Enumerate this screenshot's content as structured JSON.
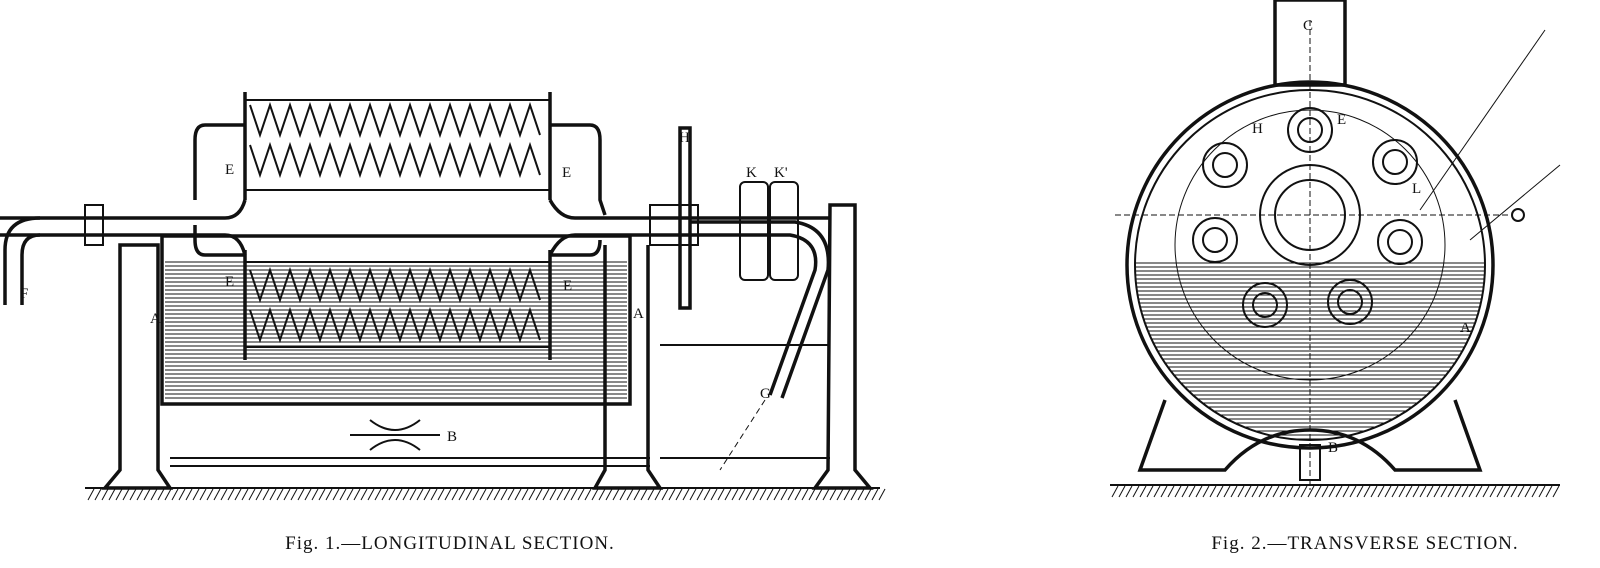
{
  "figure1": {
    "caption": "Fig. 1.—LONGITUDINAL SECTION.",
    "labels": {
      "A1": "A",
      "A2": "A",
      "B": "B",
      "E1": "E",
      "E2": "E",
      "E3": "E",
      "E4": "E",
      "F": "F",
      "G": "G",
      "H": "H",
      "K": "K",
      "K2": "K'"
    }
  },
  "figure2": {
    "caption": "Fig. 2.—TRANSVERSE SECTION.",
    "labels": {
      "C": "C",
      "E": "E",
      "H": "H",
      "L": "L",
      "A": "A",
      "B": "B"
    }
  }
}
